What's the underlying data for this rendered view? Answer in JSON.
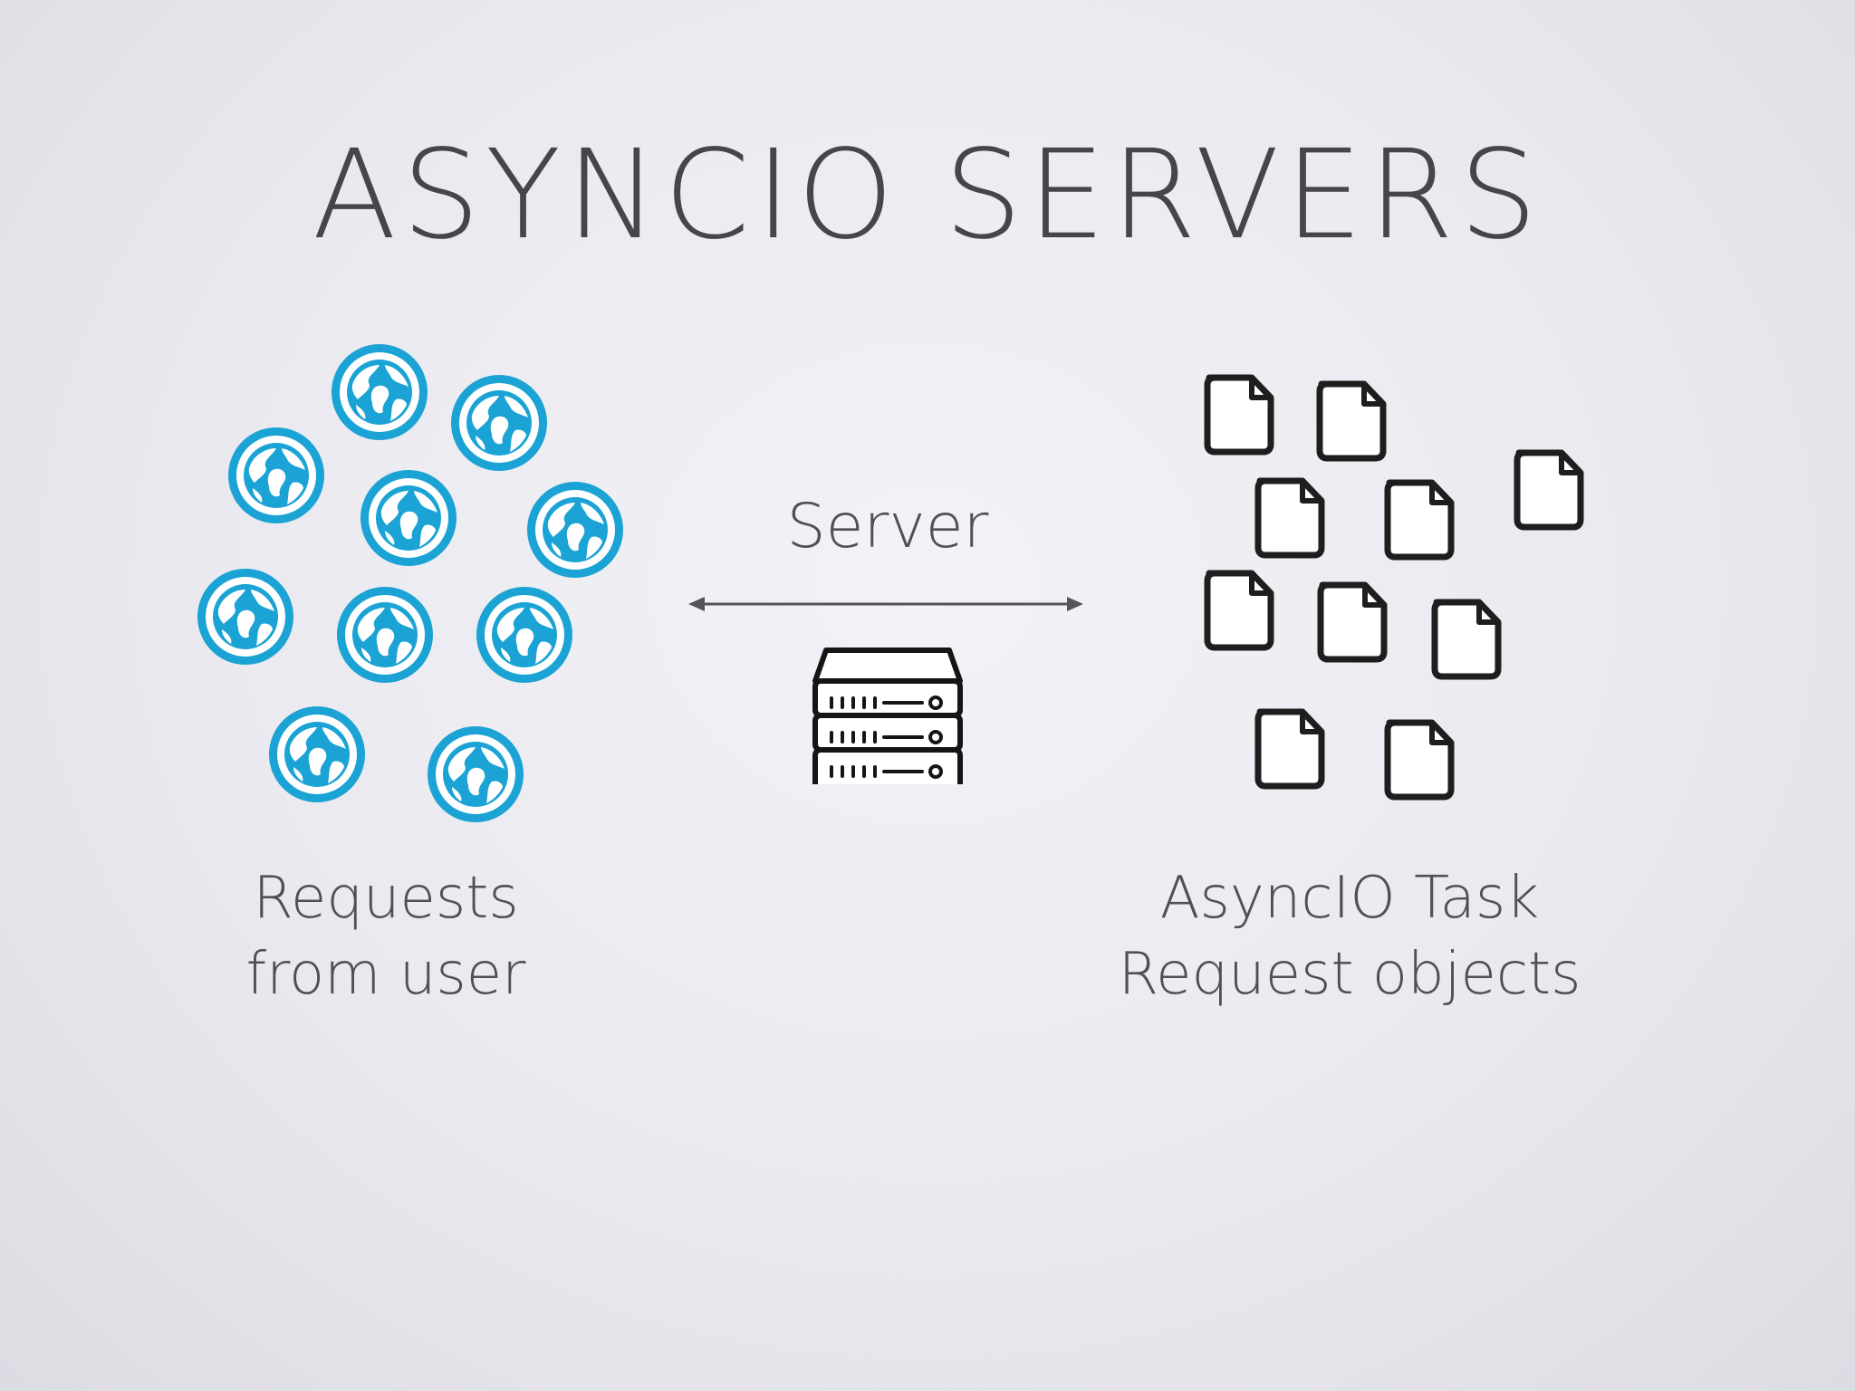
{
  "slide": {
    "title": "ASYNCIO SERVERS",
    "server_label": "Server",
    "left_caption": [
      "Requests",
      "from user"
    ],
    "right_caption": [
      "AsyncIO Task",
      "Request objects"
    ]
  },
  "icons": {
    "request": "globe-icon",
    "server": "server-rack-icon",
    "task": "document-icon",
    "connector": "double-arrow"
  },
  "colors": {
    "background": "#ececf1",
    "text": "#4a4a4d",
    "globe": "#1aa3d4",
    "document": "#2b2b2b"
  }
}
